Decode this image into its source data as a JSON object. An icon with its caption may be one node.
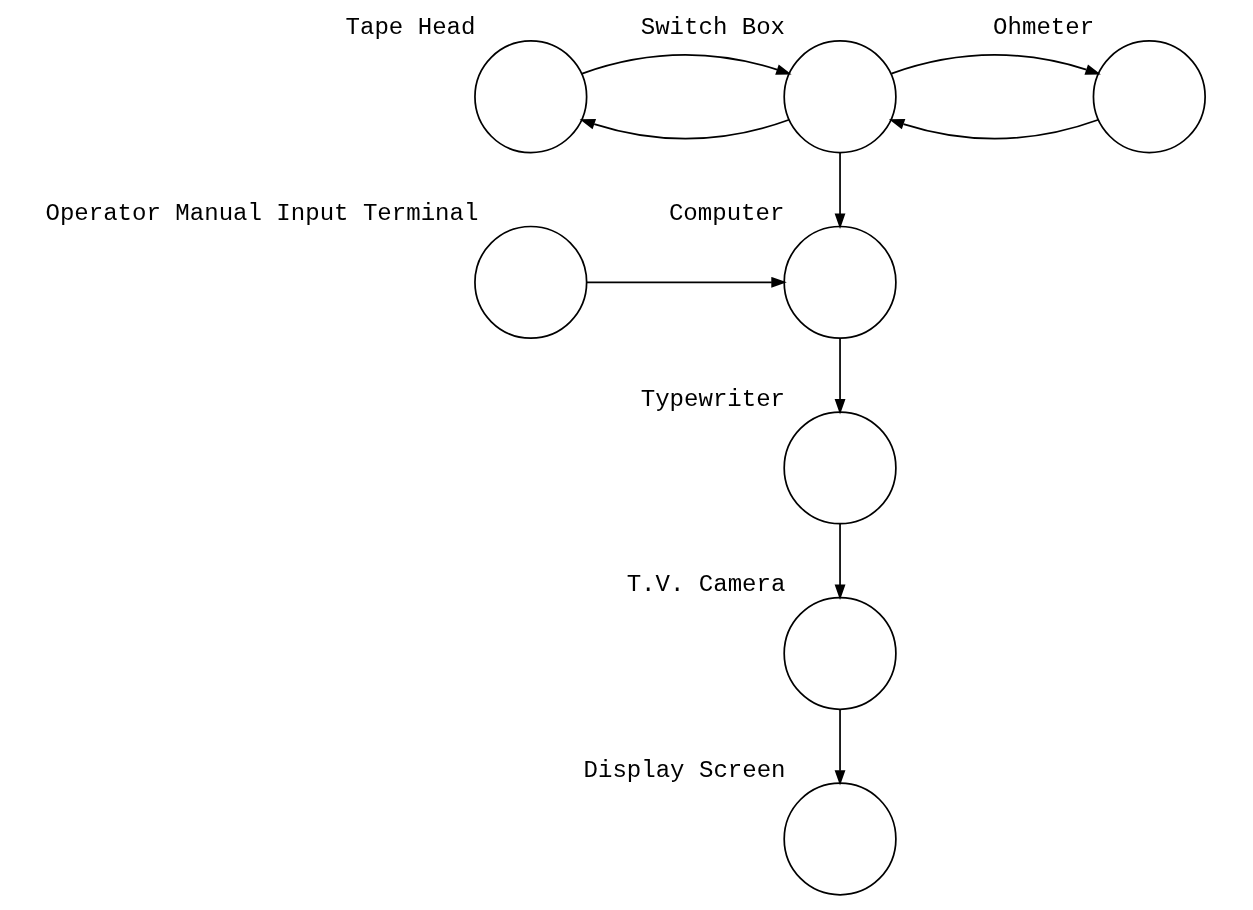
{
  "diagram": {
    "nodes": [
      {
        "text": [
          "Tape Head"
        ]
      },
      {
        "text": [
          "Switch Box"
        ]
      },
      {
        "text": [
          "Ohmeter"
        ]
      },
      {
        "text": [
          "Operator Manual Input Terminal"
        ]
      },
      {
        "text": [
          "Computer"
        ]
      },
      {
        "text": [
          "Typewriter"
        ]
      },
      {
        "text": [
          "T.V. Camera"
        ]
      },
      {
        "text": [
          "Display Screen"
        ]
      }
    ],
    "edges": [
      {
        "from": 1,
        "to": 0,
        "arrow": "to"
      },
      {
        "from": 0,
        "to": 1,
        "arrow": "to"
      },
      {
        "from": 2,
        "to": 1,
        "arrow": "to"
      },
      {
        "from": 1,
        "to": 2,
        "arrow": "to"
      },
      {
        "from": 1,
        "to": 4,
        "arrow": "to"
      },
      {
        "from": 3,
        "to": 4,
        "arrow": "to"
      },
      {
        "from": 4,
        "to": 5,
        "arrow": "to"
      },
      {
        "from": 5,
        "to": 6,
        "arrow": "to"
      },
      {
        "from": 6,
        "to": 7,
        "arrow": "to"
      }
    ]
  }
}
